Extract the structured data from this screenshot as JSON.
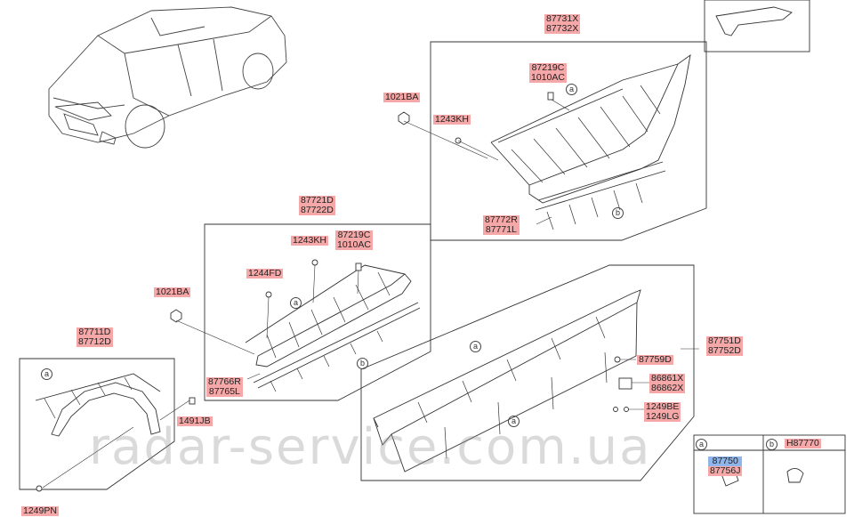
{
  "labels": {
    "p87731": [
      "87731X",
      "87732X"
    ],
    "p87219c_top": [
      "87219C",
      "1010AC"
    ],
    "p1021ba_top": "1021BA",
    "p1243kh_top": "1243KH",
    "p87772r": [
      "87772R",
      "87771L"
    ],
    "p87721d": [
      "87721D",
      "87722D"
    ],
    "p1243kh_mid": "1243KH",
    "p87219c_mid": [
      "87219C",
      "1010AC"
    ],
    "p1244fd": "1244FD",
    "p1021ba_mid": "1021BA",
    "p87766r": [
      "87766R",
      "87765L"
    ],
    "p87711d": [
      "87711D",
      "87712D"
    ],
    "p1491jb": "1491JB",
    "p1249pn": "1249PN",
    "p87751d": [
      "87751D",
      "87752D"
    ],
    "p87759d": "87759D",
    "p86861x": [
      "86861X",
      "86862X"
    ],
    "p1249be": [
      "1249BE",
      "1249LG"
    ],
    "p87750": [
      "87750",
      "87756J"
    ],
    "ph87770": "H87770"
  },
  "callouts": {
    "a": "a",
    "b": "b"
  },
  "legend": {
    "a": "a",
    "b": "b"
  },
  "watermark": "radar-service.com.ua"
}
